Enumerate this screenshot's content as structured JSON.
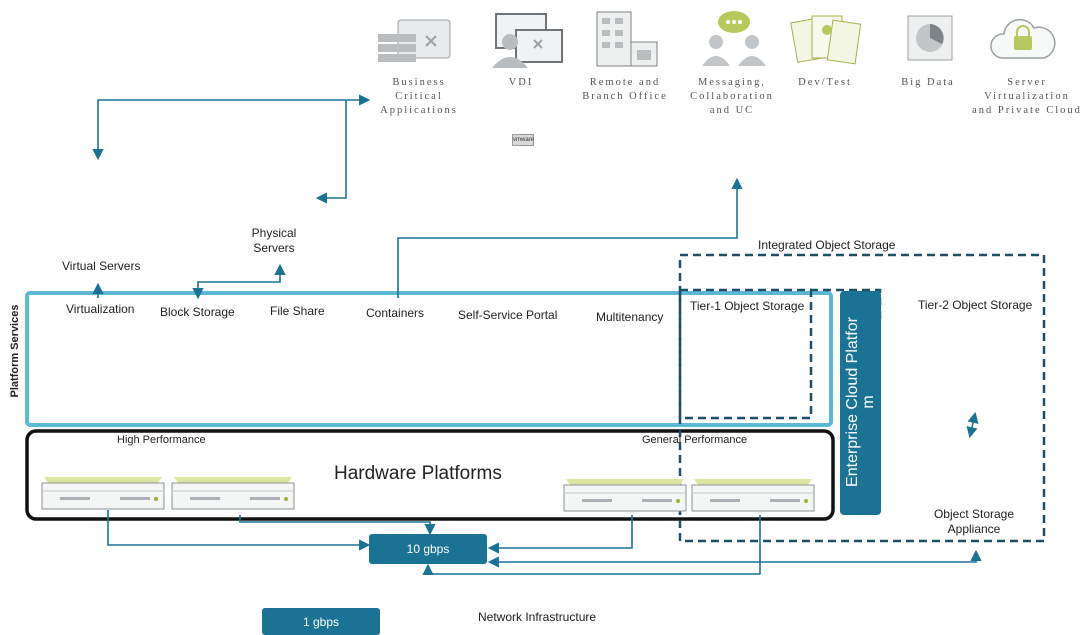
{
  "use_cases": [
    {
      "id": "bca",
      "label": "Business\nCritical\nApplications",
      "icon": "servers-icon"
    },
    {
      "id": "vdi",
      "label": "VDI",
      "icon": "desktops-icon"
    },
    {
      "id": "rbo",
      "label": "Remote and\nBranch Office",
      "icon": "building-icon"
    },
    {
      "id": "msg",
      "label": "Messaging,\nCollaboration\nand UC",
      "icon": "chat-users-icon"
    },
    {
      "id": "dev",
      "label": "Dev/Test",
      "icon": "documents-icon"
    },
    {
      "id": "bigdata",
      "label": "Big Data",
      "icon": "pie-chart-icon"
    },
    {
      "id": "srv",
      "label": "Server\nVirtualization\nand Private Cloud",
      "icon": "cloud-lock-icon"
    }
  ],
  "vmware_logo": "vmware",
  "labels": {
    "virtual_servers": "Virtual Servers",
    "physical_servers": "Physical\nServers",
    "integrated_object_storage": "Integrated Object Storage",
    "platform_services": "Platform Services",
    "hardware_platforms": "Hardware Platforms",
    "high_performance": "High Performance",
    "general_performance": "General Performance",
    "enterprise_cloud_platform": "Enterprise Cloud Platfor\nm",
    "tier2": "Tier-2 Object Storage",
    "object_storage_appliance": "Object Storage\nAppliance",
    "network_infrastructure": "Network Infrastructure"
  },
  "services": [
    "Virtualization",
    "Block Storage",
    "File Share",
    "Containers",
    "Self-Service Portal",
    "Multitenancy",
    "Tier-1 Object Storage"
  ],
  "network": {
    "fast": "10 gbps",
    "slow": "1 gbps"
  },
  "colors": {
    "teal": "#1a7394",
    "light_blue": "#5bb8d6",
    "dark_border": "#111111",
    "dashed": "#1f4f66"
  }
}
